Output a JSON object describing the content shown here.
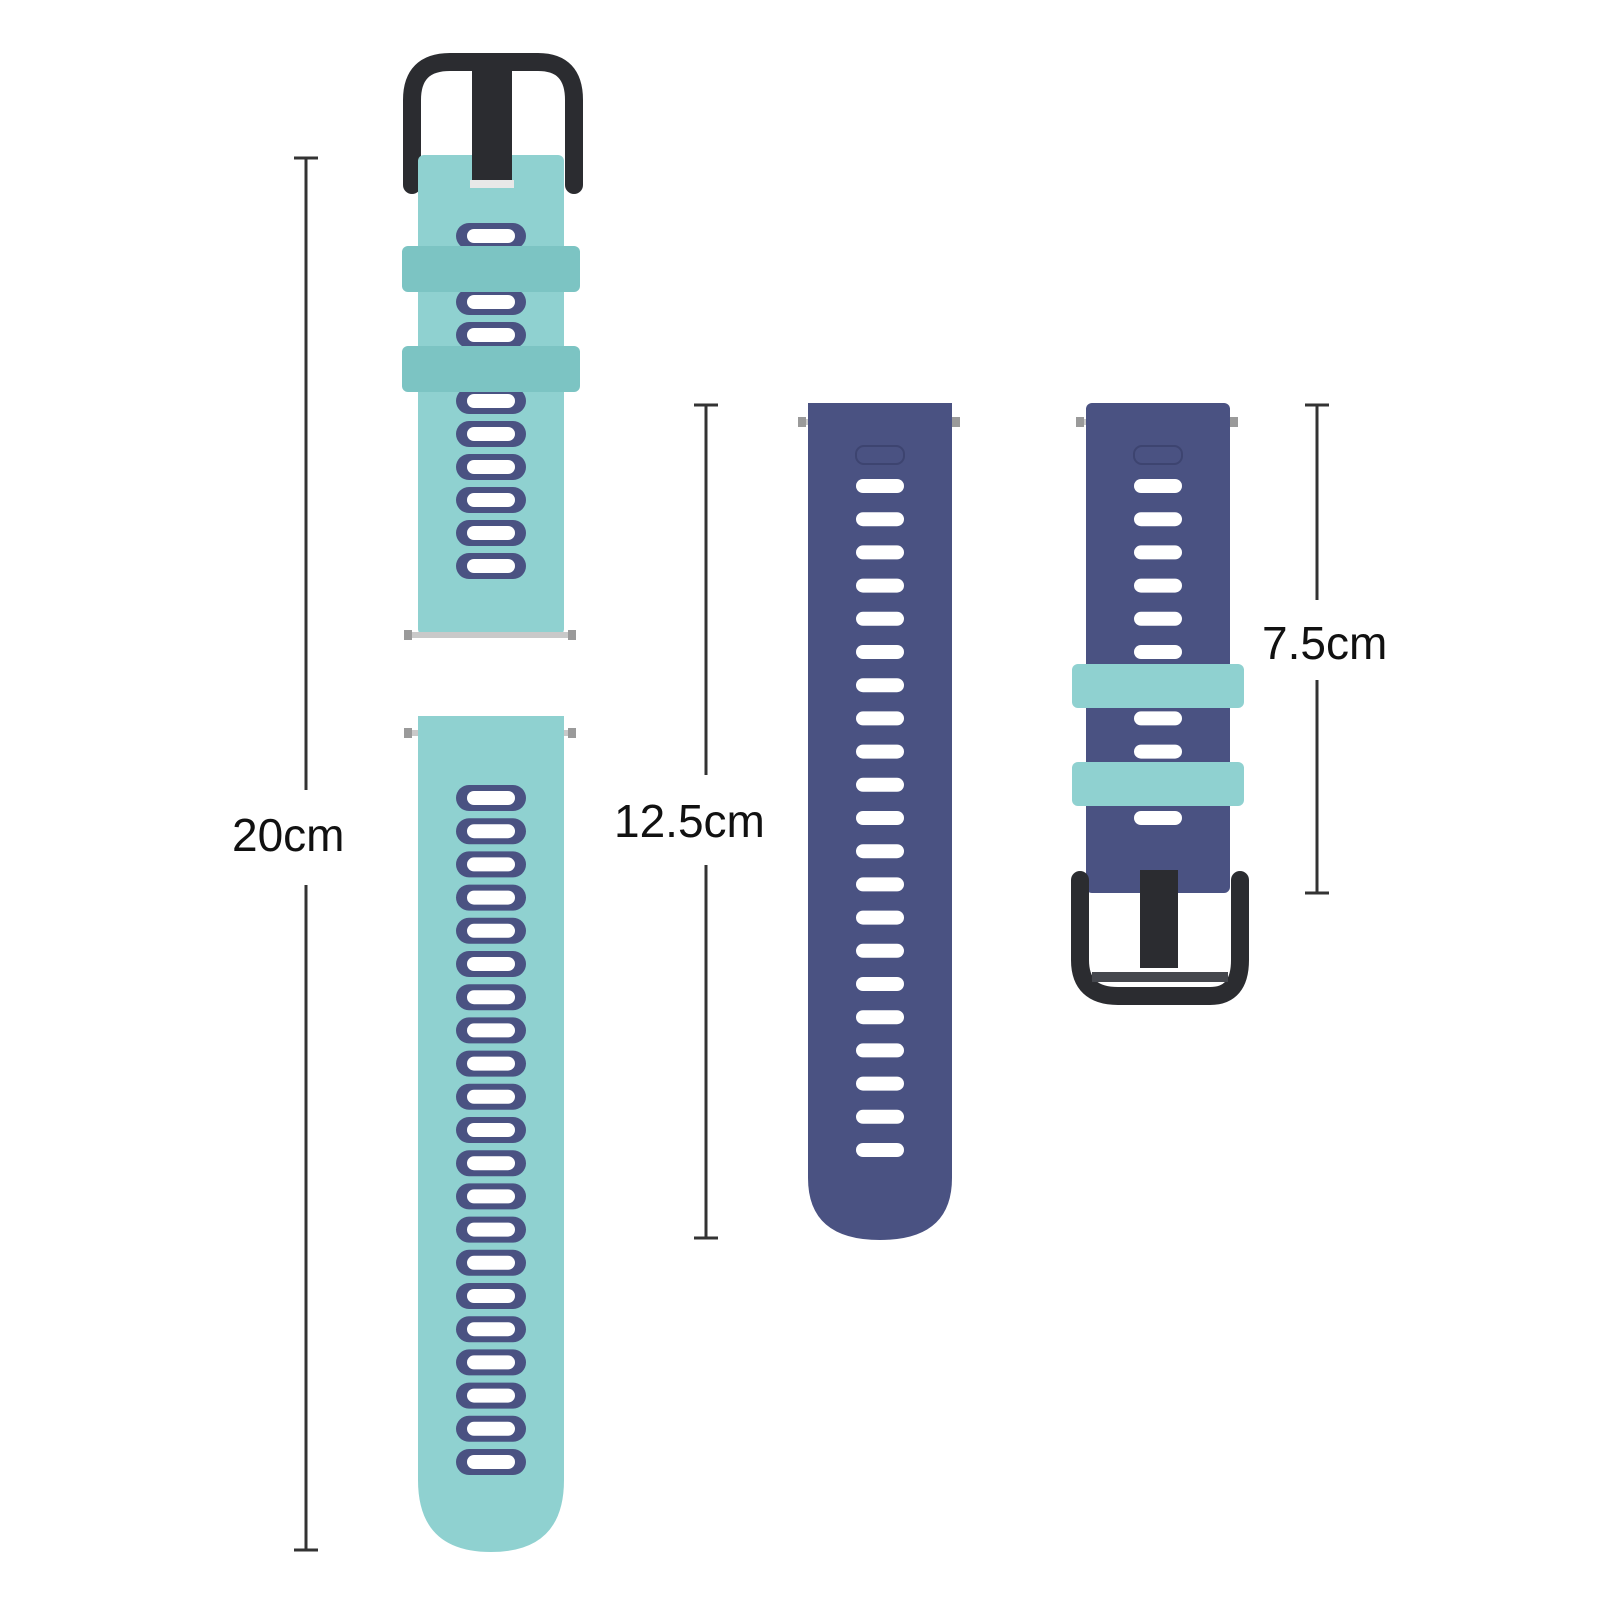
{
  "measurements": {
    "total_length": "20cm",
    "long_strap_length": "12.5cm",
    "short_strap_length": "7.5cm"
  },
  "colors": {
    "teal": "#8fd1d0",
    "teal_dark": "#7cc4c3",
    "navy": "#4a5282",
    "navy_dark": "#3d4470",
    "buckle": "#2b2c30",
    "hole": "#ffffff"
  },
  "straps": [
    {
      "name": "teal-buckle-strap",
      "color": "teal",
      "hole_ring": "navy",
      "holes": 11,
      "keepers": 2,
      "buckle": true
    },
    {
      "name": "teal-hole-strap",
      "color": "teal",
      "hole_ring": "navy",
      "holes": 21,
      "keepers": 0,
      "buckle": false
    },
    {
      "name": "navy-long-strap",
      "color": "navy",
      "hole_ring": "none",
      "holes": 21,
      "keepers": 0,
      "buckle": false
    },
    {
      "name": "navy-short-strap",
      "color": "navy",
      "hole_ring": "none",
      "holes": 11,
      "keepers": 2,
      "buckle": true
    }
  ],
  "icons": [
    "buckle-icon",
    "spring-bar-icon"
  ]
}
